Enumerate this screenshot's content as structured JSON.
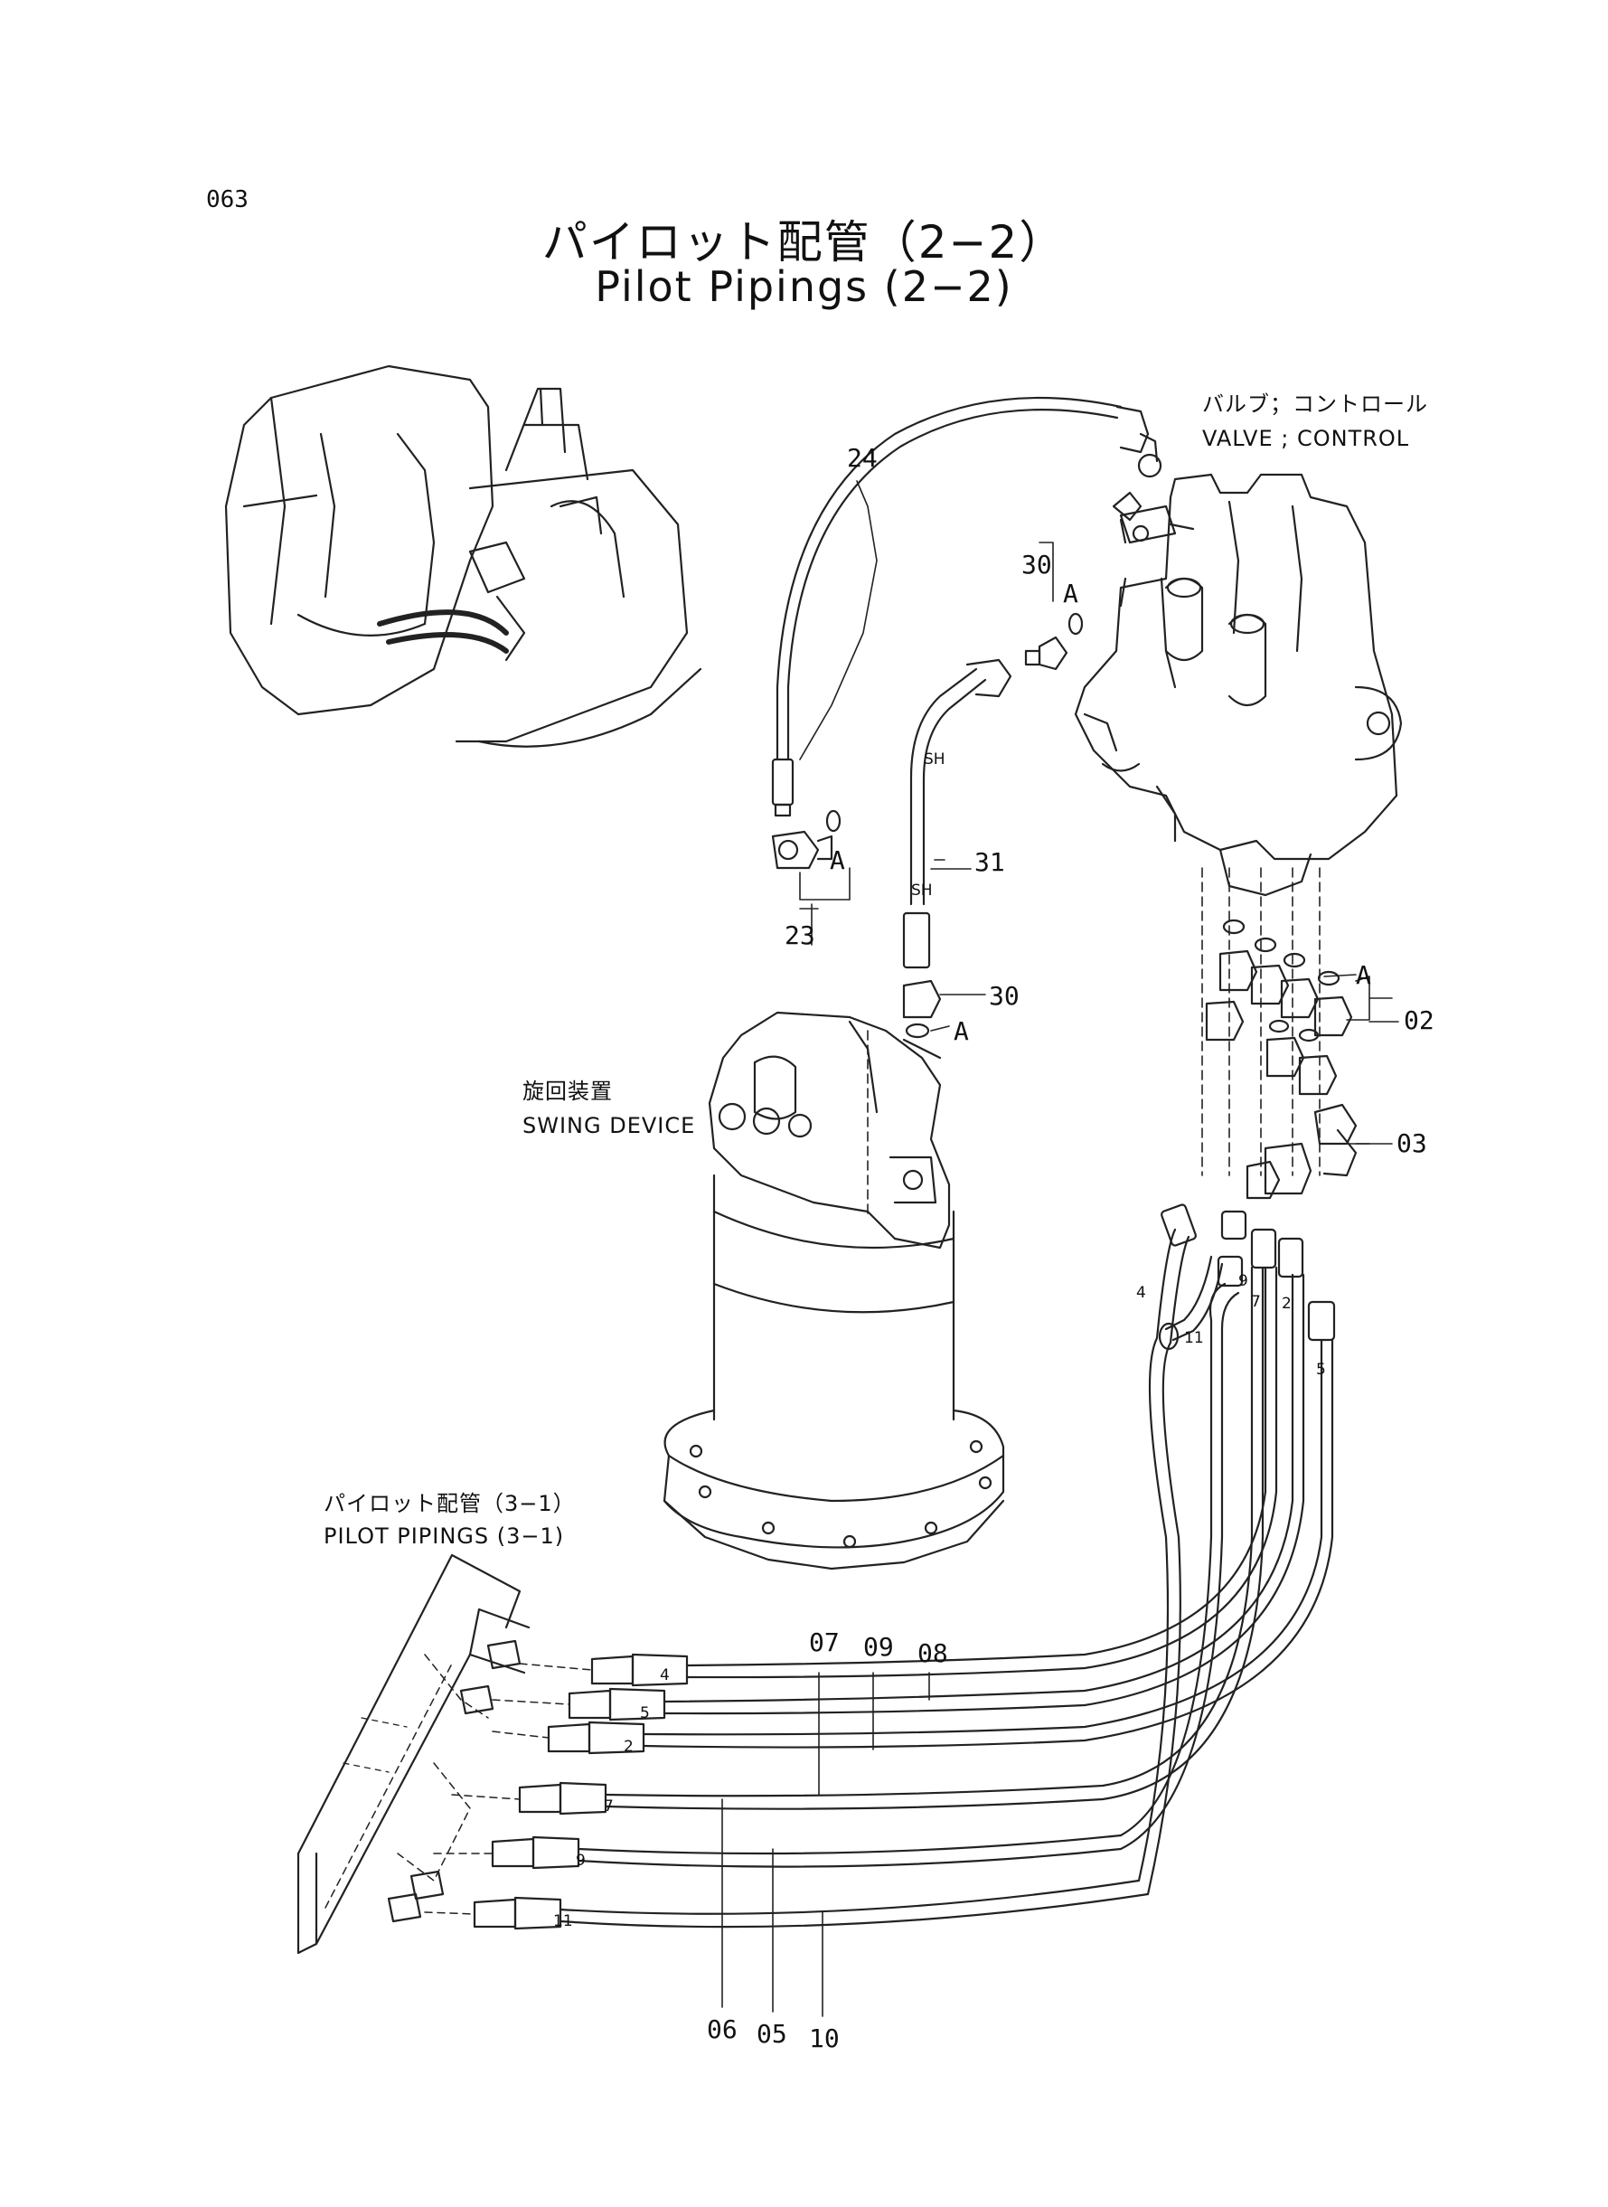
{
  "page_number": "063",
  "title": {
    "jp": "パイロット配管（2−2）",
    "en": "Pilot Pipings (2−2)"
  },
  "labels": {
    "valve_jp": "バルブ；コントロール",
    "valve_en": "VALVE ; CONTROL",
    "swing_jp": "旋回装置",
    "swing_en": "SWING DEVICE",
    "pilot_ref_jp": "パイロット配管（3−1）",
    "pilot_ref_en": "PILOT PIPINGS (3−1)"
  },
  "callouts": {
    "c24": "24",
    "c30_top": "30",
    "c23": "23",
    "c31": "31",
    "c30_mid": "30",
    "c02": "02",
    "c03": "03",
    "c07": "07",
    "c09": "09",
    "c08": "08",
    "c06": "06",
    "c05": "05",
    "c10": "10",
    "a1": "A",
    "a2": "A",
    "a3": "A",
    "a4": "A",
    "sh1": "SH",
    "sh2": "SH"
  },
  "hose_marks": {
    "r4": "4",
    "r11": "11",
    "r9": "9",
    "r7": "7",
    "r2": "2",
    "r5": "5",
    "l4": "4",
    "l5": "5",
    "l2": "2",
    "l7": "7",
    "l9": "9",
    "l11": "11"
  }
}
